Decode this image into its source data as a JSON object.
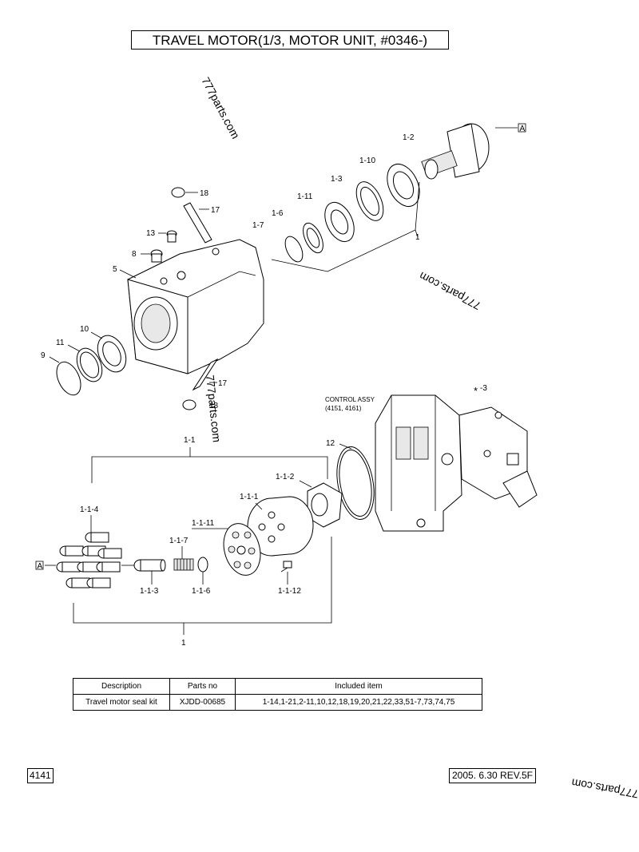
{
  "title": "TRAVEL MOTOR(1/3, MOTOR UNIT, #0346-)",
  "watermark": "777parts.com",
  "callouts": {
    "A_top": "A",
    "A_left": "A",
    "p1_2": "1-2",
    "p1_10": "1-10",
    "p1_3": "1-3",
    "p1_11": "1-11",
    "p1_6": "1-6",
    "p1_7": "1-7",
    "p1_top": "1",
    "p18_top": "18",
    "p17_top": "17",
    "p13": "13",
    "p8": "8",
    "p5": "5",
    "p10": "10",
    "p11": "11",
    "p9": "9",
    "p17_bot": "17",
    "p18_bot": "18",
    "control_assy": "CONTROL ASSY",
    "control_assy_codes": "(4151, 4161)",
    "star3": "-3",
    "p12": "12",
    "p1_1": "1-1",
    "p1_1_2": "1-1-2",
    "p1_1_1": "1-1-1",
    "p1_1_4": "1-1-4",
    "p1_1_11": "1-1-11",
    "p1_1_7": "1-1-7",
    "p1_1_3": "1-1-3",
    "p1_1_6": "1-1-6",
    "p1_1_12": "1-1-12",
    "p1_bottom": "1"
  },
  "kit_table": {
    "headers": [
      "Description",
      "Parts no",
      "Included item"
    ],
    "rows": [
      [
        "Travel motor seal kit",
        "XJDD-00685",
        "1-14,1-21,2-11,10,12,18,19,20,21,22,33,51-7,73,74,75"
      ]
    ]
  },
  "page_number": "4141",
  "revision": "2005. 6.30  REV.5F"
}
